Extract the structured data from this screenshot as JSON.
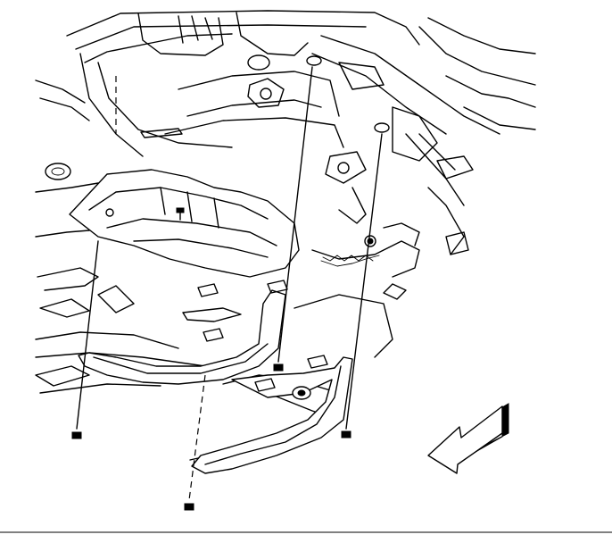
{
  "figure": {
    "kind": "exploded-view line drawing",
    "colors": {
      "line": "#000000",
      "background": "#ffffff"
    },
    "fasteners": [
      {
        "name": "bolt-left"
      },
      {
        "name": "bolt-center"
      },
      {
        "name": "bolt-bottom"
      },
      {
        "name": "bolt-right"
      }
    ],
    "direction_arrow": {
      "icon": "front-direction-arrow-icon",
      "points": "lower-left"
    }
  }
}
